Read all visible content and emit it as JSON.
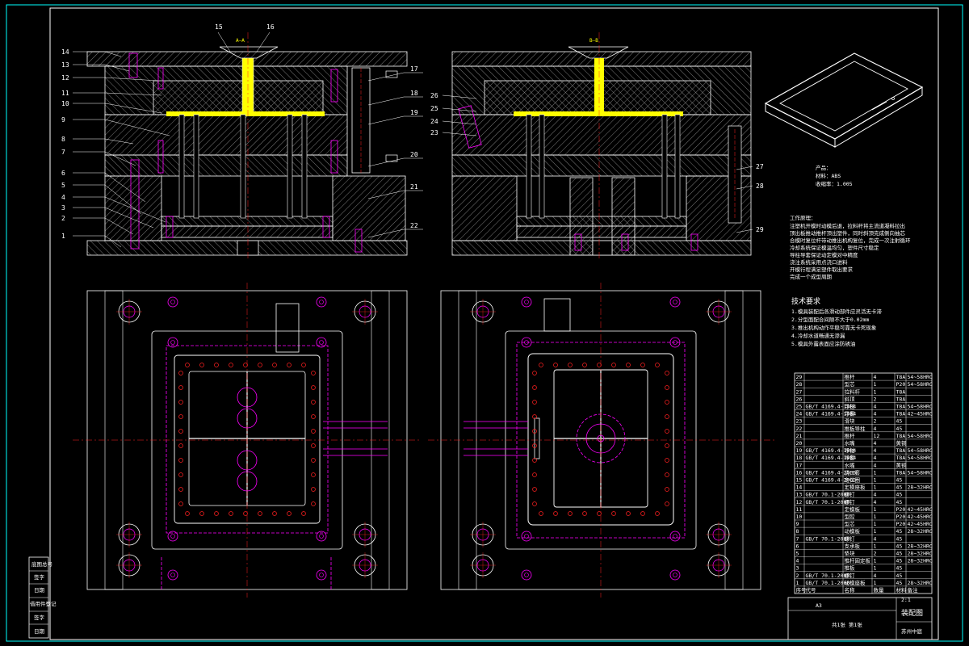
{
  "drawing": {
    "title_block": {
      "drawing_name": "装配图",
      "sheet_label": "2:1",
      "designer": "苏州中庭",
      "part_no": "A3",
      "note": "共1张 第1张"
    },
    "product_info": {
      "name": "产品：",
      "material": "材料：ABS",
      "shrinkage": "收缩率：1.005"
    },
    "work_principle": {
      "heading": "工作原理：",
      "lines": [
        "注塑机开模时动模后退，拉料杆将主流道凝料拉出",
        "顶出板推动推杆顶出塑件，同时斜顶完成侧向抽芯",
        "合模时复位杆带动推出机构复位，完成一次注射循环",
        "冷却系统保证模温均匀，塑件尺寸稳定",
        "导柱导套保证动定模对中精度",
        "浇注系统采用点浇口进料",
        "开模行程满足塑件取出要求",
        "完成一个成型周期"
      ]
    },
    "tech_req": {
      "heading": "技术要求",
      "lines": [
        "1.模具装配后各滑动部件应灵活无卡滞",
        "2.分型面配合间隙不大于0.02mm",
        "3.推出机构动作平稳可靠无卡死现象",
        "4.冷却水道畅通无渗漏",
        "5.模具外露表面应涂防锈油"
      ]
    },
    "section_label_left": "A—A",
    "section_label_right": "B—B",
    "part_numbers_left": [
      "1",
      "2",
      "3",
      "4",
      "5",
      "6",
      "7",
      "8",
      "9",
      "10",
      "11",
      "12",
      "13",
      "14",
      "15",
      "16",
      "17",
      "18",
      "19",
      "20",
      "21",
      "22"
    ],
    "part_numbers_right": [
      "23",
      "24",
      "25",
      "26",
      "27",
      "28",
      "29"
    ],
    "bom_header": [
      "序号",
      "代号",
      "名称",
      "数量",
      "材料",
      "备注"
    ],
    "bom_rows": [
      [
        "29",
        "",
        "推杆",
        "4",
        "T8A",
        "54~58HRC"
      ],
      [
        "28",
        "",
        "型芯",
        "1",
        "P20",
        "54~58HRC"
      ],
      [
        "27",
        "",
        "拉料杆",
        "1",
        "T8A",
        ""
      ],
      [
        "26",
        "",
        "斜顶",
        "2",
        "T8A",
        ""
      ],
      [
        "25",
        "GB/T 4169.4-1984",
        "导柱",
        "4",
        "T8A",
        "54~58HRC"
      ],
      [
        "24",
        "GB/T 4169.4-1984",
        "导套",
        "4",
        "T8A",
        "42~45HRC"
      ],
      [
        "23",
        "",
        "滑块",
        "2",
        "45",
        ""
      ],
      [
        "22",
        "",
        "推板导柱",
        "4",
        "45",
        ""
      ],
      [
        "21",
        "",
        "推杆",
        "12",
        "T8A",
        "54~58HRC"
      ],
      [
        "20",
        "",
        "水嘴",
        "4",
        "黄铜",
        ""
      ],
      [
        "19",
        "GB/T 4169.4-1984",
        "导柱",
        "4",
        "T8A",
        "54~58HRC"
      ],
      [
        "18",
        "GB/T 4169.4-1984",
        "导套",
        "4",
        "T8A",
        "54~58HRC"
      ],
      [
        "17",
        "",
        "水嘴",
        "4",
        "黄铜",
        ""
      ],
      [
        "16",
        "GB/T 4169.4-2000",
        "浇口套",
        "1",
        "T8A",
        "54~58HRC"
      ],
      [
        "15",
        "GB/T 4169.4-2000",
        "定位圈",
        "1",
        "45",
        ""
      ],
      [
        "14",
        "",
        "定模座板",
        "1",
        "45",
        "28~32HRC"
      ],
      [
        "13",
        "GB/T 70.1-2000",
        "螺钉",
        "4",
        "45",
        ""
      ],
      [
        "12",
        "GB/T 70.1-2000",
        "螺钉",
        "4",
        "45",
        ""
      ],
      [
        "11",
        "",
        "定模板",
        "1",
        "P20",
        "42~45HRC"
      ],
      [
        "10",
        "",
        "型腔",
        "1",
        "P20",
        "42~45HRC"
      ],
      [
        "9",
        "",
        "型芯",
        "1",
        "P20",
        "42~45HRC"
      ],
      [
        "8",
        "",
        "动模板",
        "1",
        "45",
        "28~32HRC"
      ],
      [
        "7",
        "GB/T 70.1-2000",
        "螺钉",
        "4",
        "45",
        ""
      ],
      [
        "6",
        "",
        "支承板",
        "1",
        "45",
        "28~32HRC"
      ],
      [
        "5",
        "",
        "垫块",
        "2",
        "45",
        "28~32HRC"
      ],
      [
        "4",
        "",
        "推杆固定板",
        "1",
        "45",
        "28~32HRC"
      ],
      [
        "3",
        "",
        "推板",
        "1",
        "45",
        ""
      ],
      [
        "2",
        "GB/T 70.1-2000",
        "螺钉",
        "4",
        "45",
        ""
      ],
      [
        "1",
        "GB/T 70.1-2000",
        "动模座板",
        "1",
        "45",
        "28~32HRC"
      ]
    ],
    "sidebar_labels": [
      "底图总号",
      "签字",
      "日期",
      "借用件登记",
      "签字",
      "日期"
    ]
  },
  "colors": {
    "frame": "#00ffff",
    "line": "#ffffff",
    "hatch": "#a0a0a0",
    "magenta": "#ff00ff",
    "red": "#ff2020",
    "yellow": "#ffff00"
  }
}
